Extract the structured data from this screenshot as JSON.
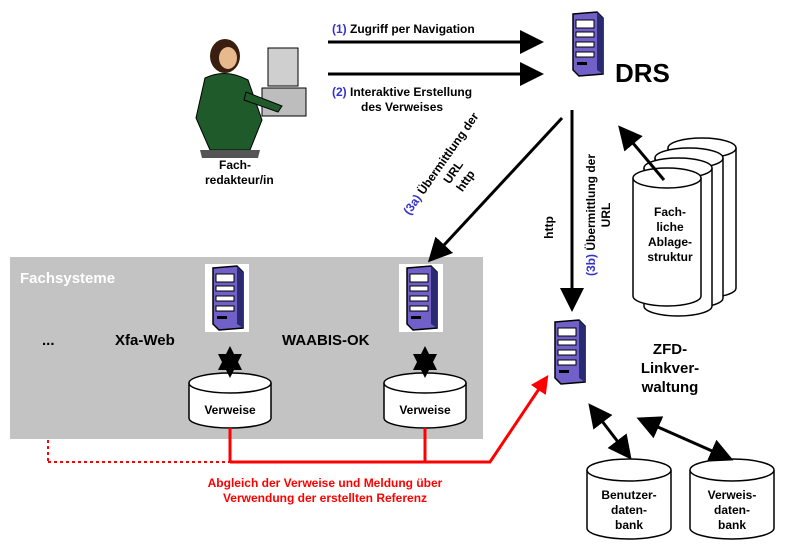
{
  "nodes": {
    "drs": "DRS",
    "editor": {
      "line1": "Fach-",
      "line2": "redakteur/in"
    },
    "fachsysteme": "Fachsysteme",
    "ellipsis": "...",
    "xfa_web": "Xfa-Web",
    "waabis_ok": "WAABIS-OK",
    "verweise_1": "Verweise",
    "verweise_2": "Verweise",
    "zfd": {
      "line1": "ZFD-",
      "line2": "Linkver-",
      "line3": "waltung"
    },
    "ablage": {
      "line1": "Fach-",
      "line2": "liche",
      "line3": "Ablage-",
      "line4": "struktur"
    },
    "benutzer_db": {
      "line1": "Benutzer-",
      "line2": "daten-",
      "line3": "bank"
    },
    "verweis_db": {
      "line1": "Verweis-",
      "line2": "daten-",
      "line3": "bank"
    }
  },
  "edges": {
    "e1": {
      "num": "(1)",
      "text": "Zugriff per Navigation"
    },
    "e2": {
      "num": "(2)",
      "line1": "Interaktive Erstellung",
      "line2": "des Verweises"
    },
    "e3a": {
      "num": "(3a)",
      "text": "Übermittlung der",
      "line2": "URL",
      "proto": "http"
    },
    "e3b": {
      "num": "(3b)",
      "text": "Übermittlung der",
      "line2": "URL",
      "proto": "http"
    },
    "sync": {
      "line1": "Abgleich der Verweise und Meldung über",
      "line2": "Verwendung der erstellten Referenz"
    }
  },
  "colors": {
    "number": "#3333cc",
    "sync": "#ff0000",
    "panel": "#c3c3c3",
    "server": "#7060c8"
  }
}
